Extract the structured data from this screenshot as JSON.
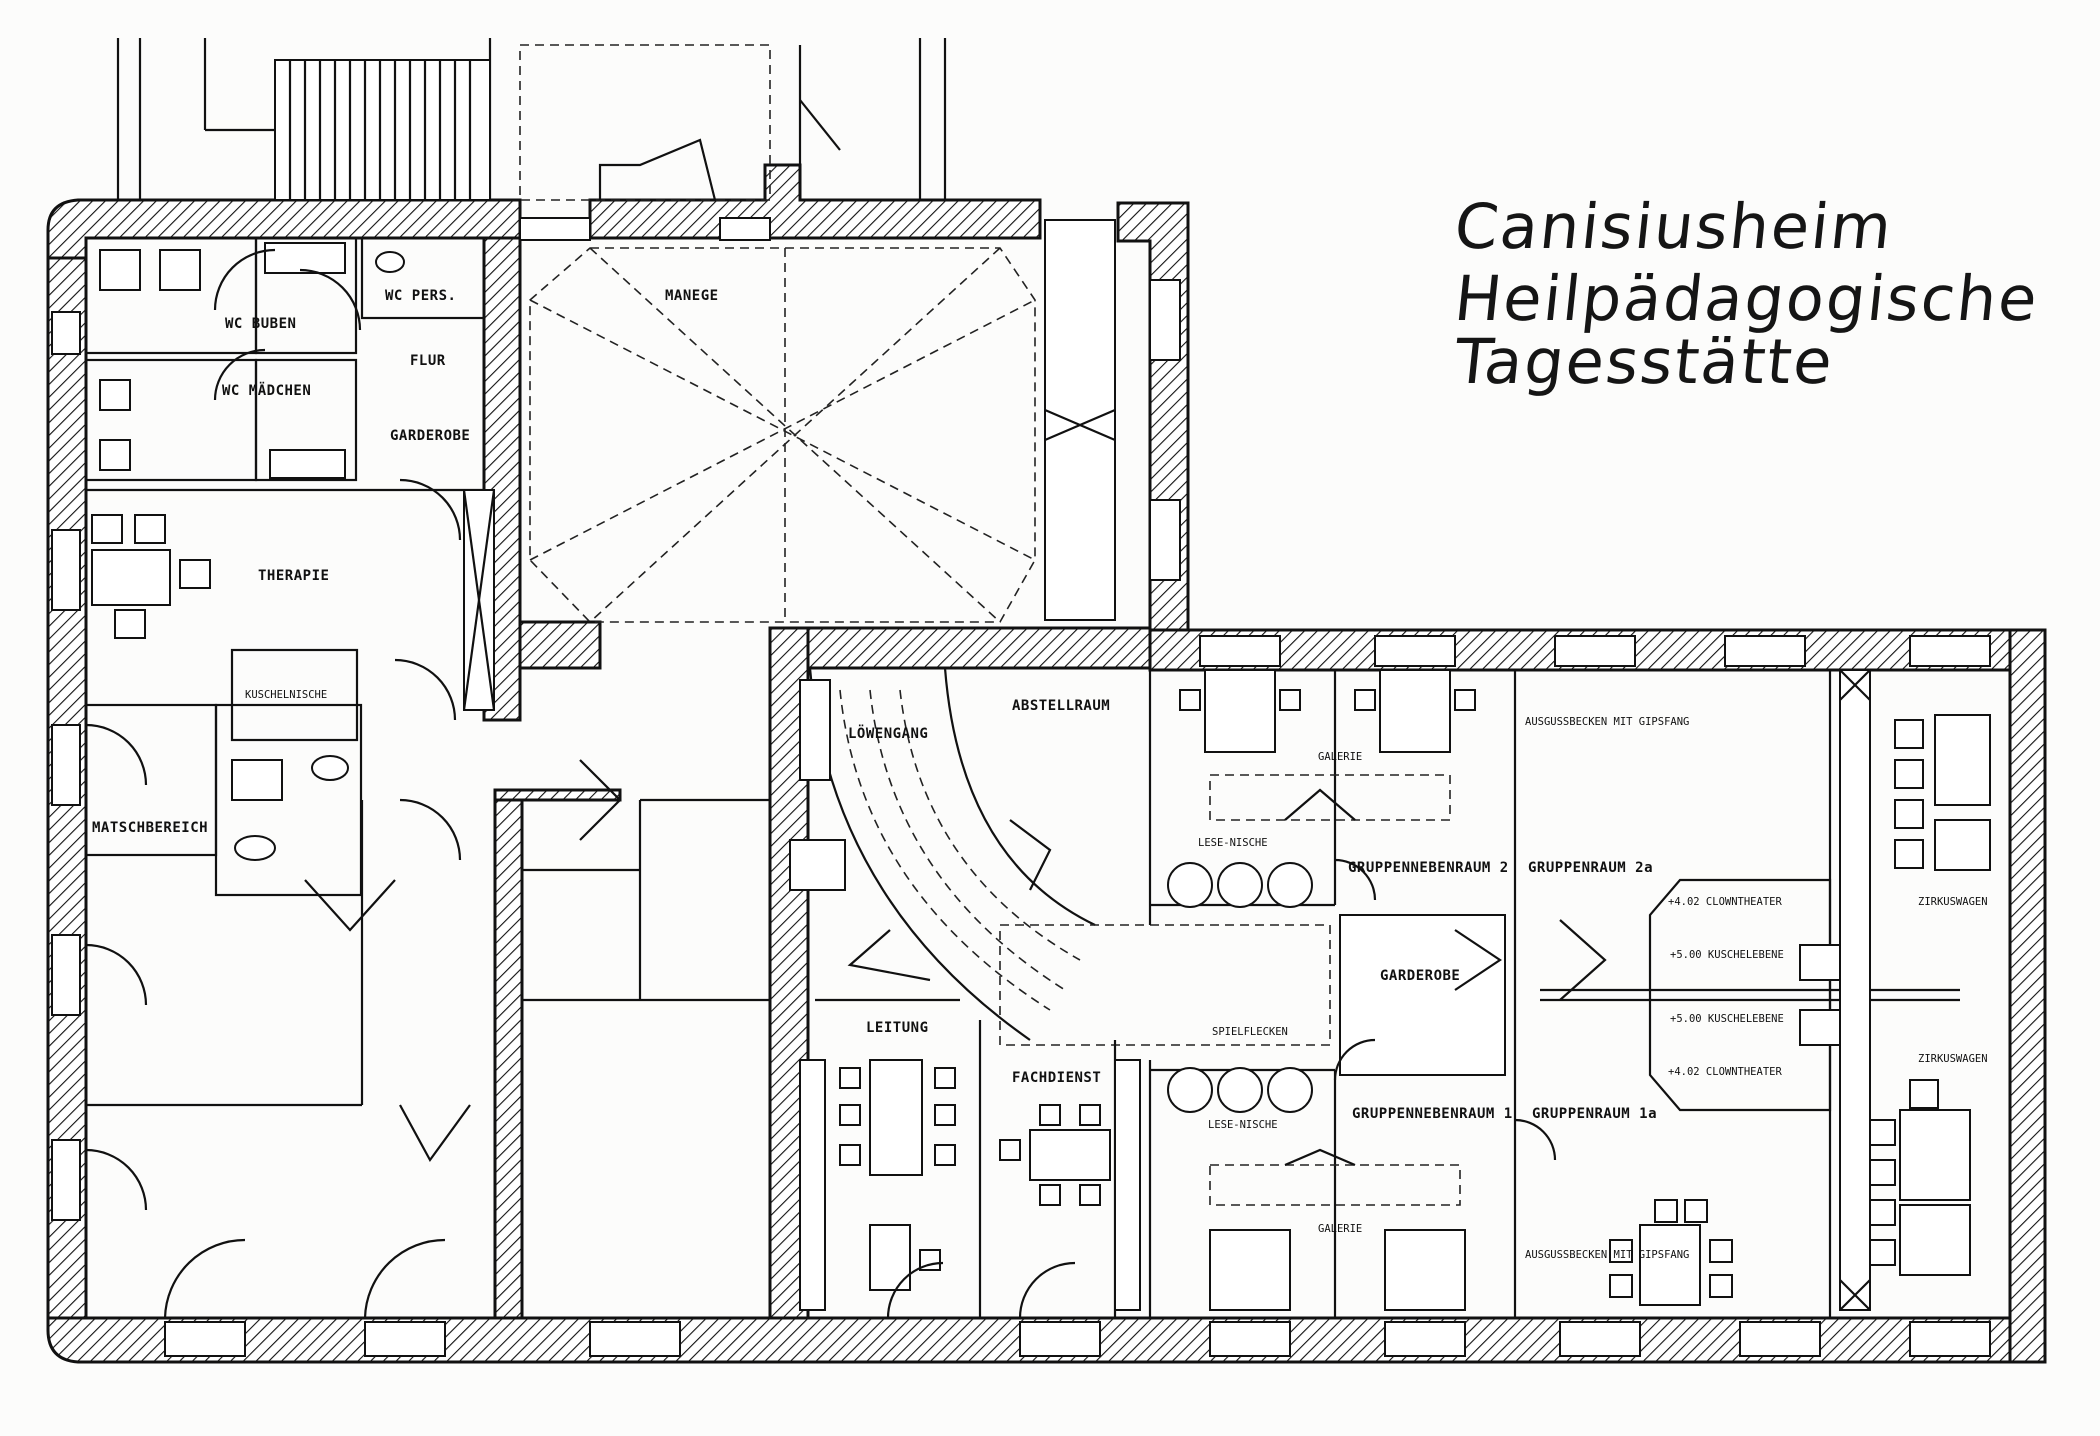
{
  "title": {
    "line1": "Canisiusheim",
    "line2": "Heilpädagogische",
    "line3": "Tagesstätte"
  },
  "rooms": {
    "wc_buben": "WC BUBEN",
    "wc_pers": "WC PERS.",
    "wc_maedchen": "WC MÄDCHEN",
    "flur": "FLUR",
    "garderobe_top": "GARDEROBE",
    "manege": "MANEGE",
    "therapie": "THERAPIE",
    "kuschelnische": "KUSCHELNISCHE",
    "matschbereich": "MATSCHBEREICH",
    "lowengang": "LÖWENGANG",
    "abstellraum": "ABSTELLRAUM",
    "galerie_top": "GALERIE",
    "lese_nische_top": "LESE-NISCHE",
    "gruppennebenraum_2": "GRUPPENNEBENRAUM 2",
    "gruppenraum_2a": "GRUPPENRAUM 2a",
    "ausgussbecken_top": "AUSGUSSBECKEN MIT GIPSFANG",
    "zirkuswagen_top": "ZIRKUSWAGEN",
    "clowntheater_top": "+4.02 CLOWNTHEATER",
    "kuschelebene_top": "+5.00 KUSCHELEBENE",
    "kuschelebene_bottom": "+5.00 KUSCHELEBENE",
    "clowntheater_bottom": "+4.02 CLOWNTHEATER",
    "garderobe_mid": "GARDEROBE",
    "leitung": "LEITUNG",
    "fachdienst": "FACHDIENST",
    "spielflecken": "SPIELFLECKEN",
    "lese_nische_bottom": "LESE-NISCHE",
    "gruppennebenraum_1": "GRUPPENNEBENRAUM 1",
    "gruppenraum_1a": "GRUPPENRAUM 1a",
    "zirkuswagen_bottom": "ZIRKUSWAGEN",
    "galerie_bottom": "GALERIE",
    "ausgussbecken_bottom": "AUSGUSSBECKEN MIT GIPSFANG"
  },
  "colors": {
    "ink": "#111111",
    "paper": "#fcfcfb"
  }
}
